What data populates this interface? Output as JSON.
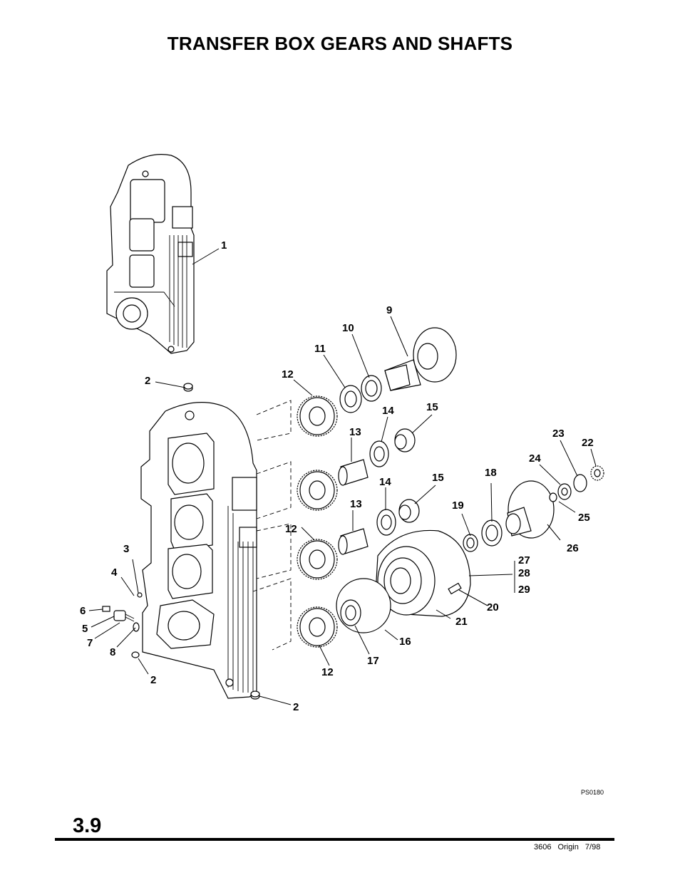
{
  "page": {
    "title": "TRANSFER BOX GEARS AND SHAFTS",
    "section": "3.9",
    "image_ref": "PS0180",
    "footer": "3606 Origin 7/98"
  },
  "callouts": [
    "1",
    "2",
    "2",
    "2",
    "3",
    "4",
    "5",
    "6",
    "7",
    "8",
    "9",
    "10",
    "11",
    "12",
    "12",
    "12",
    "13",
    "13",
    "14",
    "14",
    "15",
    "15",
    "16",
    "17",
    "18",
    "19",
    "20",
    "21",
    "22",
    "23",
    "24",
    "25",
    "26",
    "27",
    "28",
    "29"
  ]
}
